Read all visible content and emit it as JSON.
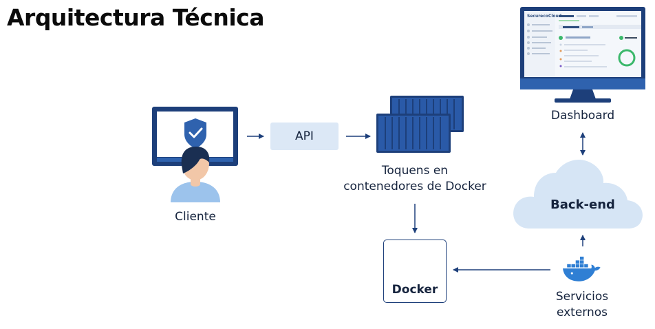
{
  "title": "Arquitectura Técnica",
  "nodes": {
    "client": {
      "label": "Cliente"
    },
    "api": {
      "label": "API"
    },
    "tokens": {
      "label_line1": "Toquens en",
      "label_line2": "contenedores de Docker"
    },
    "dashboard": {
      "label": "Dashboard",
      "screen": {
        "brand": "SecurecoCloud"
      }
    },
    "backend": {
      "label": "Back-end"
    },
    "docker": {
      "label": "Docker"
    },
    "services": {
      "label_line1": "Servicios",
      "label_line2": "externos"
    }
  },
  "edges": [
    {
      "from": "client",
      "to": "api",
      "style": "arrow"
    },
    {
      "from": "api",
      "to": "tokens",
      "style": "arrow"
    },
    {
      "from": "tokens",
      "to": "docker",
      "style": "arrow"
    },
    {
      "from": "services",
      "to": "docker",
      "style": "arrow"
    },
    {
      "from": "services",
      "to": "backend",
      "style": "arrow"
    },
    {
      "from": "backend",
      "to": "dashboard",
      "style": "double-arrow"
    }
  ],
  "colors": {
    "dark_navy": "#1d3f7a",
    "container_blue": "#1f4f9a",
    "light_blue": "#dce8f6",
    "cloud": "#d6e5f5",
    "docker_blue": "#2f7fd4",
    "arrow": "#1d3f7a",
    "text": "#15233d"
  }
}
